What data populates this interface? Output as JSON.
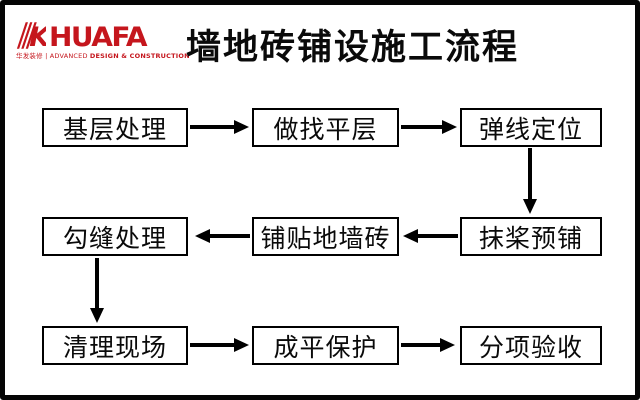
{
  "header": {
    "logo": {
      "brand": "HUAFA",
      "tagline_prefix": "华发装修 | ADVANCED ",
      "tagline_bold": "DESIGN & CONSTRUCTION",
      "mark": "striped-k-monogram"
    },
    "title": "墙地砖铺设施工流程"
  },
  "flow": {
    "nodes": [
      {
        "label": "基层处理"
      },
      {
        "label": "做找平层"
      },
      {
        "label": "弹线定位"
      },
      {
        "label": "抹桨预铺"
      },
      {
        "label": "铺贴地墙砖"
      },
      {
        "label": "勾缝处理"
      },
      {
        "label": "清理现场"
      },
      {
        "label": "成平保护"
      },
      {
        "label": "分项验收"
      }
    ],
    "edges": [
      {
        "from": "基层处理",
        "to": "做找平层",
        "direction": "right"
      },
      {
        "from": "做找平层",
        "to": "弹线定位",
        "direction": "right"
      },
      {
        "from": "弹线定位",
        "to": "抹桨预铺",
        "direction": "down"
      },
      {
        "from": "抹桨预铺",
        "to": "铺贴地墙砖",
        "direction": "left"
      },
      {
        "from": "铺贴地墙砖",
        "to": "勾缝处理",
        "direction": "left"
      },
      {
        "from": "勾缝处理",
        "to": "清理现场",
        "direction": "down"
      },
      {
        "from": "清理现场",
        "to": "成平保护",
        "direction": "right"
      },
      {
        "from": "成平保护",
        "to": "分项验收",
        "direction": "right"
      }
    ]
  },
  "colors": {
    "accent_red": "#C5161D",
    "line_black": "#000000",
    "background": "#FFFFFF",
    "frame": "#050505"
  }
}
